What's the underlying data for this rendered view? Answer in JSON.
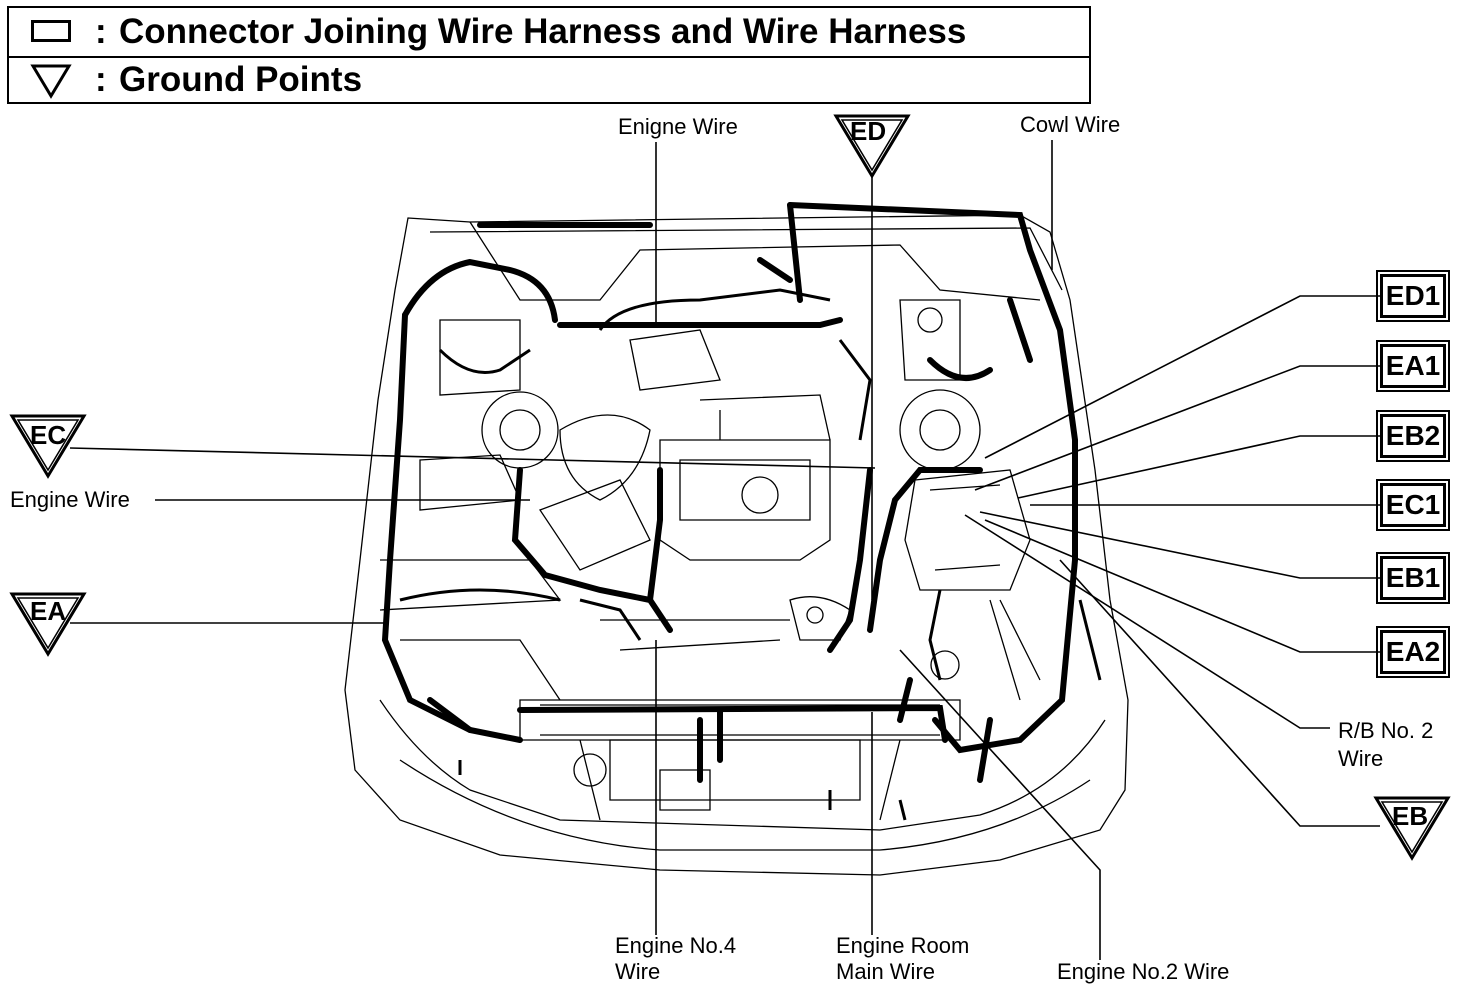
{
  "legend": {
    "connector_text": "Connector Joining Wire Harness and Wire Harness",
    "ground_text": "Ground Points",
    "colon": ":"
  },
  "labels": {
    "engine_wire_top": "Enigne Wire",
    "cowl_wire": "Cowl Wire",
    "engine_wire_left": "Engine Wire",
    "engine_no4_line1": "Engine No.4",
    "engine_no4_line2": "Wire",
    "engine_room_line1": "Engine Room",
    "engine_room_line2": "Main Wire",
    "engine_no2": "Engine No.2 Wire",
    "rb_line1": "R/B No. 2",
    "rb_line2": "Wire"
  },
  "ground_points": {
    "ed": "ED",
    "ec": "EC",
    "ea": "EA",
    "eb": "EB"
  },
  "connectors": {
    "ed1": "ED1",
    "ea1": "EA1",
    "eb2": "EB2",
    "ec1": "EC1",
    "eb1": "EB1",
    "ea2": "EA2"
  }
}
